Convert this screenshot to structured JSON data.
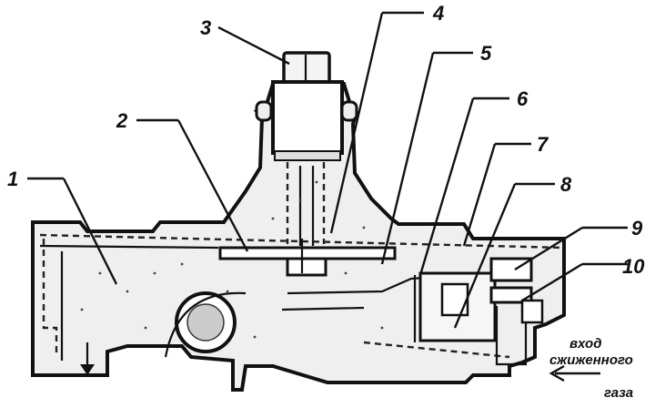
{
  "callouts": [
    "1",
    "2",
    "3",
    "4",
    "5",
    "6",
    "7",
    "8",
    "9",
    "10"
  ],
  "inlet_caption": [
    "вход",
    "сжиженного",
    "газа"
  ]
}
